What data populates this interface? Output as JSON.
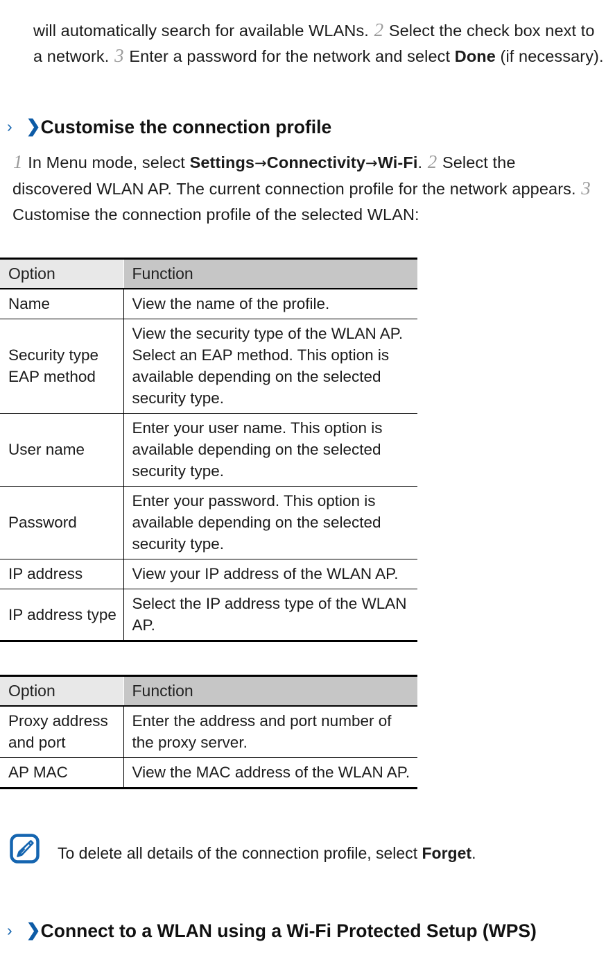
{
  "document": {
    "intro_paragraph": {
      "lead": "will automatically search for available WLANs.",
      "step2_num": "2",
      "step2_text": "Select the check box next to a network.",
      "step3_num": "3",
      "step3_text_pre": "Enter a password for the network and select",
      "step3_bold": "Done",
      "step3_text_post": "(if necessary)."
    },
    "heading_customise": {
      "chevron_thin": "›",
      "chevron_bold": "❯",
      "text": "Customise the connection profile"
    },
    "steps_paragraph": {
      "step1_num": "1",
      "step1_pre": "In Menu mode, select",
      "step1_b1": "Settings",
      "arrow1": "→",
      "step1_b2": "Connectivity",
      "arrow2": "→",
      "step1_b3": "Wi-Fi",
      "step1_post": ".",
      "step2_num": "2",
      "step2_text": "Select the discovered WLAN AP. The current connection profile for the network appears.",
      "step3_num": "3",
      "step3_text": "Customise the connection profile of the selected WLAN:"
    },
    "table_profile": {
      "headers": [
        "Option",
        "Function"
      ],
      "rows": [
        {
          "option": "Name",
          "function": "View the name of the profile.",
          "align": "middle"
        },
        {
          "option": "Security type EAP method",
          "function": "View the security type of the WLAN AP. Select an EAP method. This option is available depending on the selected security type.",
          "align": "top"
        },
        {
          "option": "User name",
          "function": "Enter your user name. This option is available depending on the selected security type.",
          "align": "middle"
        },
        {
          "option": "Password",
          "function": "Enter your password. This option is available depending on the selected security type.",
          "align": "middle"
        },
        {
          "option": "IP address",
          "function": "View your IP address of the WLAN AP.",
          "align": "middle"
        },
        {
          "option": "IP address type",
          "function": "Select the IP address type of the WLAN AP.",
          "align": "top"
        }
      ]
    },
    "table_profile2": {
      "headers": [
        "Option",
        "Function"
      ],
      "rows": [
        {
          "option": "Proxy address and port",
          "function": "Enter the address and port number of the proxy server.",
          "align": "top"
        },
        {
          "option": "AP MAC",
          "function": "View the MAC address of the WLAN AP.",
          "align": "middle"
        }
      ]
    },
    "note": {
      "icon": "note-pencil-icon",
      "text_pre": "To delete all details of the connection profile, select",
      "bold": "Forget",
      "text_post": "."
    },
    "heading_wps": {
      "chevron_thin": "›",
      "chevron_bold": "❯",
      "text": "Connect to a WLAN using a Wi-Fi Protected Setup (WPS)"
    },
    "colors": {
      "accent_blue": "#0d5ba6",
      "chevron_blue": "#1565b0",
      "header_light": "#e8e8e8",
      "header_dark": "#c6c6c6",
      "text": "#1b1b1b",
      "step_number": "#9b9b9b"
    }
  }
}
